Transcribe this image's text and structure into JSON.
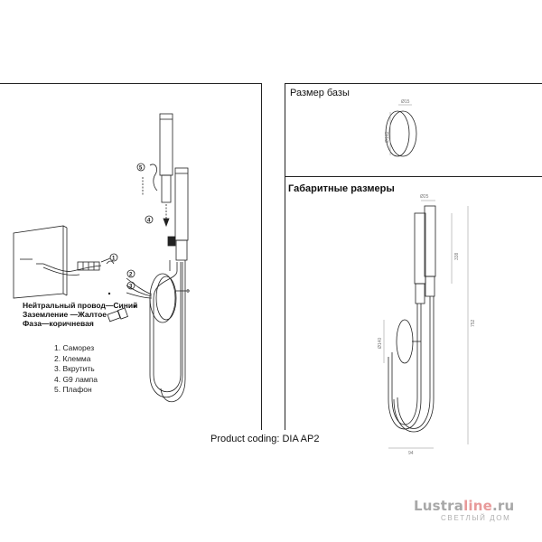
{
  "sections": {
    "base_size_title": "Размер базы",
    "overall_title": "Габаритные размеры"
  },
  "wiring_legend": [
    "Нейтральный провод—Синий",
    "Заземление —Жалтое",
    "Фаза—коричневая"
  ],
  "parts": [
    "1. Саморез",
    "2. Клемма",
    "3. Вкрутить",
    "4. G9 лампа",
    "5. Плафон"
  ],
  "step_numbers": [
    "1",
    "2",
    "3",
    "4",
    "5"
  ],
  "base_dimensions": {
    "depth": "Ø15",
    "diameter": "Ø140"
  },
  "overall_dimensions": {
    "shade": "Ø25",
    "shade_length": "338",
    "total_height": "752",
    "base_diameter": "Ø140",
    "width": "94"
  },
  "product_coding": "Product coding: DIA AP2",
  "logo": {
    "part1": "Lustra",
    "part2": "line",
    "part3": ".ru",
    "tagline": "СВЕТЛЫЙ ДОМ"
  },
  "colors": {
    "line": "#222222",
    "logo_gray": "#a8a8a8",
    "logo_pink": "#e89a9a"
  }
}
